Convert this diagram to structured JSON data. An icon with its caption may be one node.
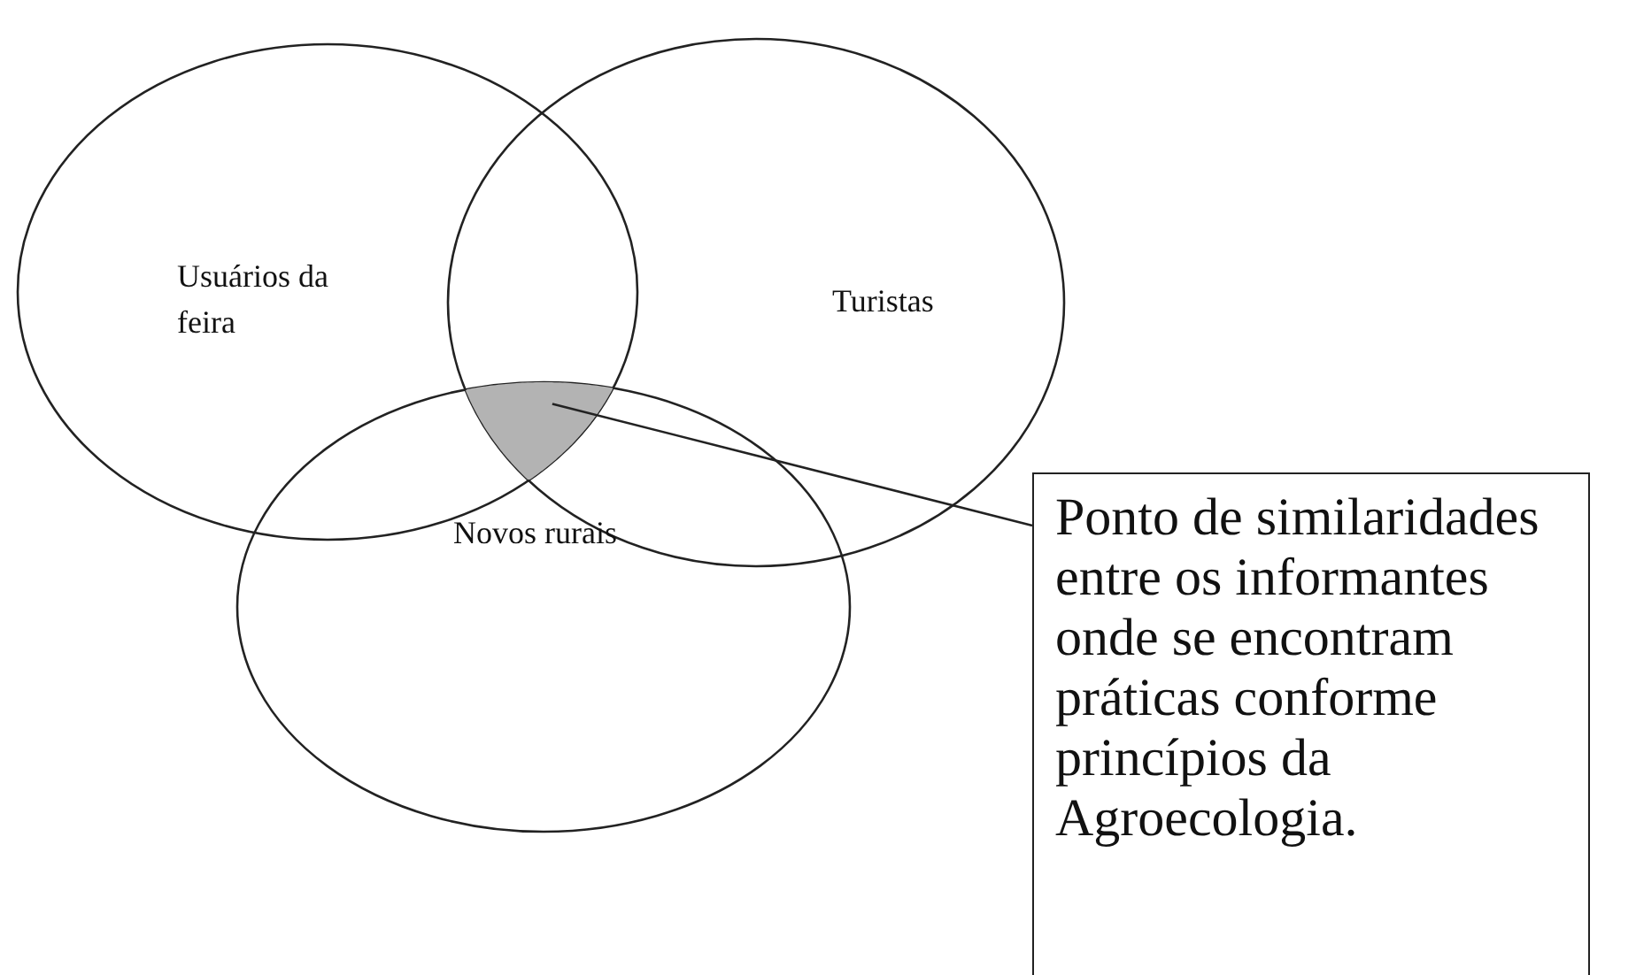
{
  "diagram": {
    "nodes": [
      {
        "text": [
          "Usuários da feira"
        ]
      },
      {
        "text": [
          "Turistas"
        ]
      },
      {
        "text": [
          "Novos rurais"
        ]
      },
      {
        "text": [],
        "shape": "triangle"
      },
      {
        "text": [
          "Ponto de similaridades entre os informantes onde se encontram práticas conforme princípios da Agroecologia."
        ]
      }
    ],
    "edges": [
      {
        "from": 4,
        "to": 3,
        "arrow": "none"
      }
    ]
  }
}
